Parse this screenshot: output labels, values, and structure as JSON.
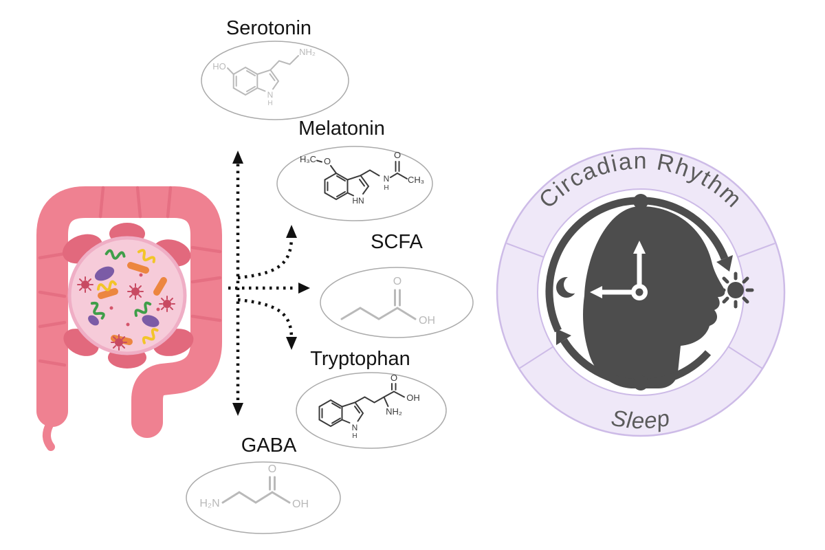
{
  "molecules": {
    "serotonin": {
      "label": "Serotonin",
      "atoms": {
        "ho": "HO",
        "nh2": "NH₂",
        "n": "N",
        "h": "H"
      }
    },
    "melatonin": {
      "label": "Melatonin",
      "atoms": {
        "h3c": "H₃C",
        "o_methoxy": "O",
        "hn": "HN",
        "n": "N",
        "h": "H",
        "o_carbonyl": "O",
        "ch3": "CH₃"
      }
    },
    "scfa": {
      "label": "SCFA",
      "atoms": {
        "o": "O",
        "oh": "OH"
      }
    },
    "tryptophan": {
      "label": "Tryptophan",
      "atoms": {
        "o": "O",
        "oh": "OH",
        "nh2": "NH₂",
        "n": "N",
        "h": "H"
      }
    },
    "gaba": {
      "label": "GABA",
      "atoms": {
        "h2n": "H₂N",
        "o": "O",
        "oh": "OH"
      }
    }
  },
  "clock": {
    "top_label": "Circadian Rhythm",
    "bottom_label": "Sleep"
  },
  "icons": [
    "gut-icon",
    "microbiome-icon",
    "head-silhouette-icon",
    "clock-arrows-icon",
    "sun-icon",
    "moon-icon",
    "cycle-arrow-icon"
  ],
  "colors": {
    "gut_pink": "#ef8191",
    "gut_dark_pink": "#e2697d",
    "microbiome_bg": "#f6cbd9",
    "microbiome_border": "#efaec5",
    "bacteria_purple": "#7b5ba6",
    "bacteria_orange": "#ec8640",
    "bacteria_green": "#3f9e49",
    "bacteria_yellow": "#f2c52a",
    "bacteria_crimson": "#c84a62",
    "arrow_black": "#111111",
    "structure_light": "#b9b9b9",
    "structure_dark": "#3a3a3a",
    "ellipse_border": "#aaaaaa",
    "ring_fill": "#efe8f8",
    "ring_border": "#cdbbe7",
    "ring_inner_fill": "#ffffff",
    "ring_text": "#5b5b5b",
    "clock_dark": "#4d4d4d",
    "label_text": "#141414"
  }
}
